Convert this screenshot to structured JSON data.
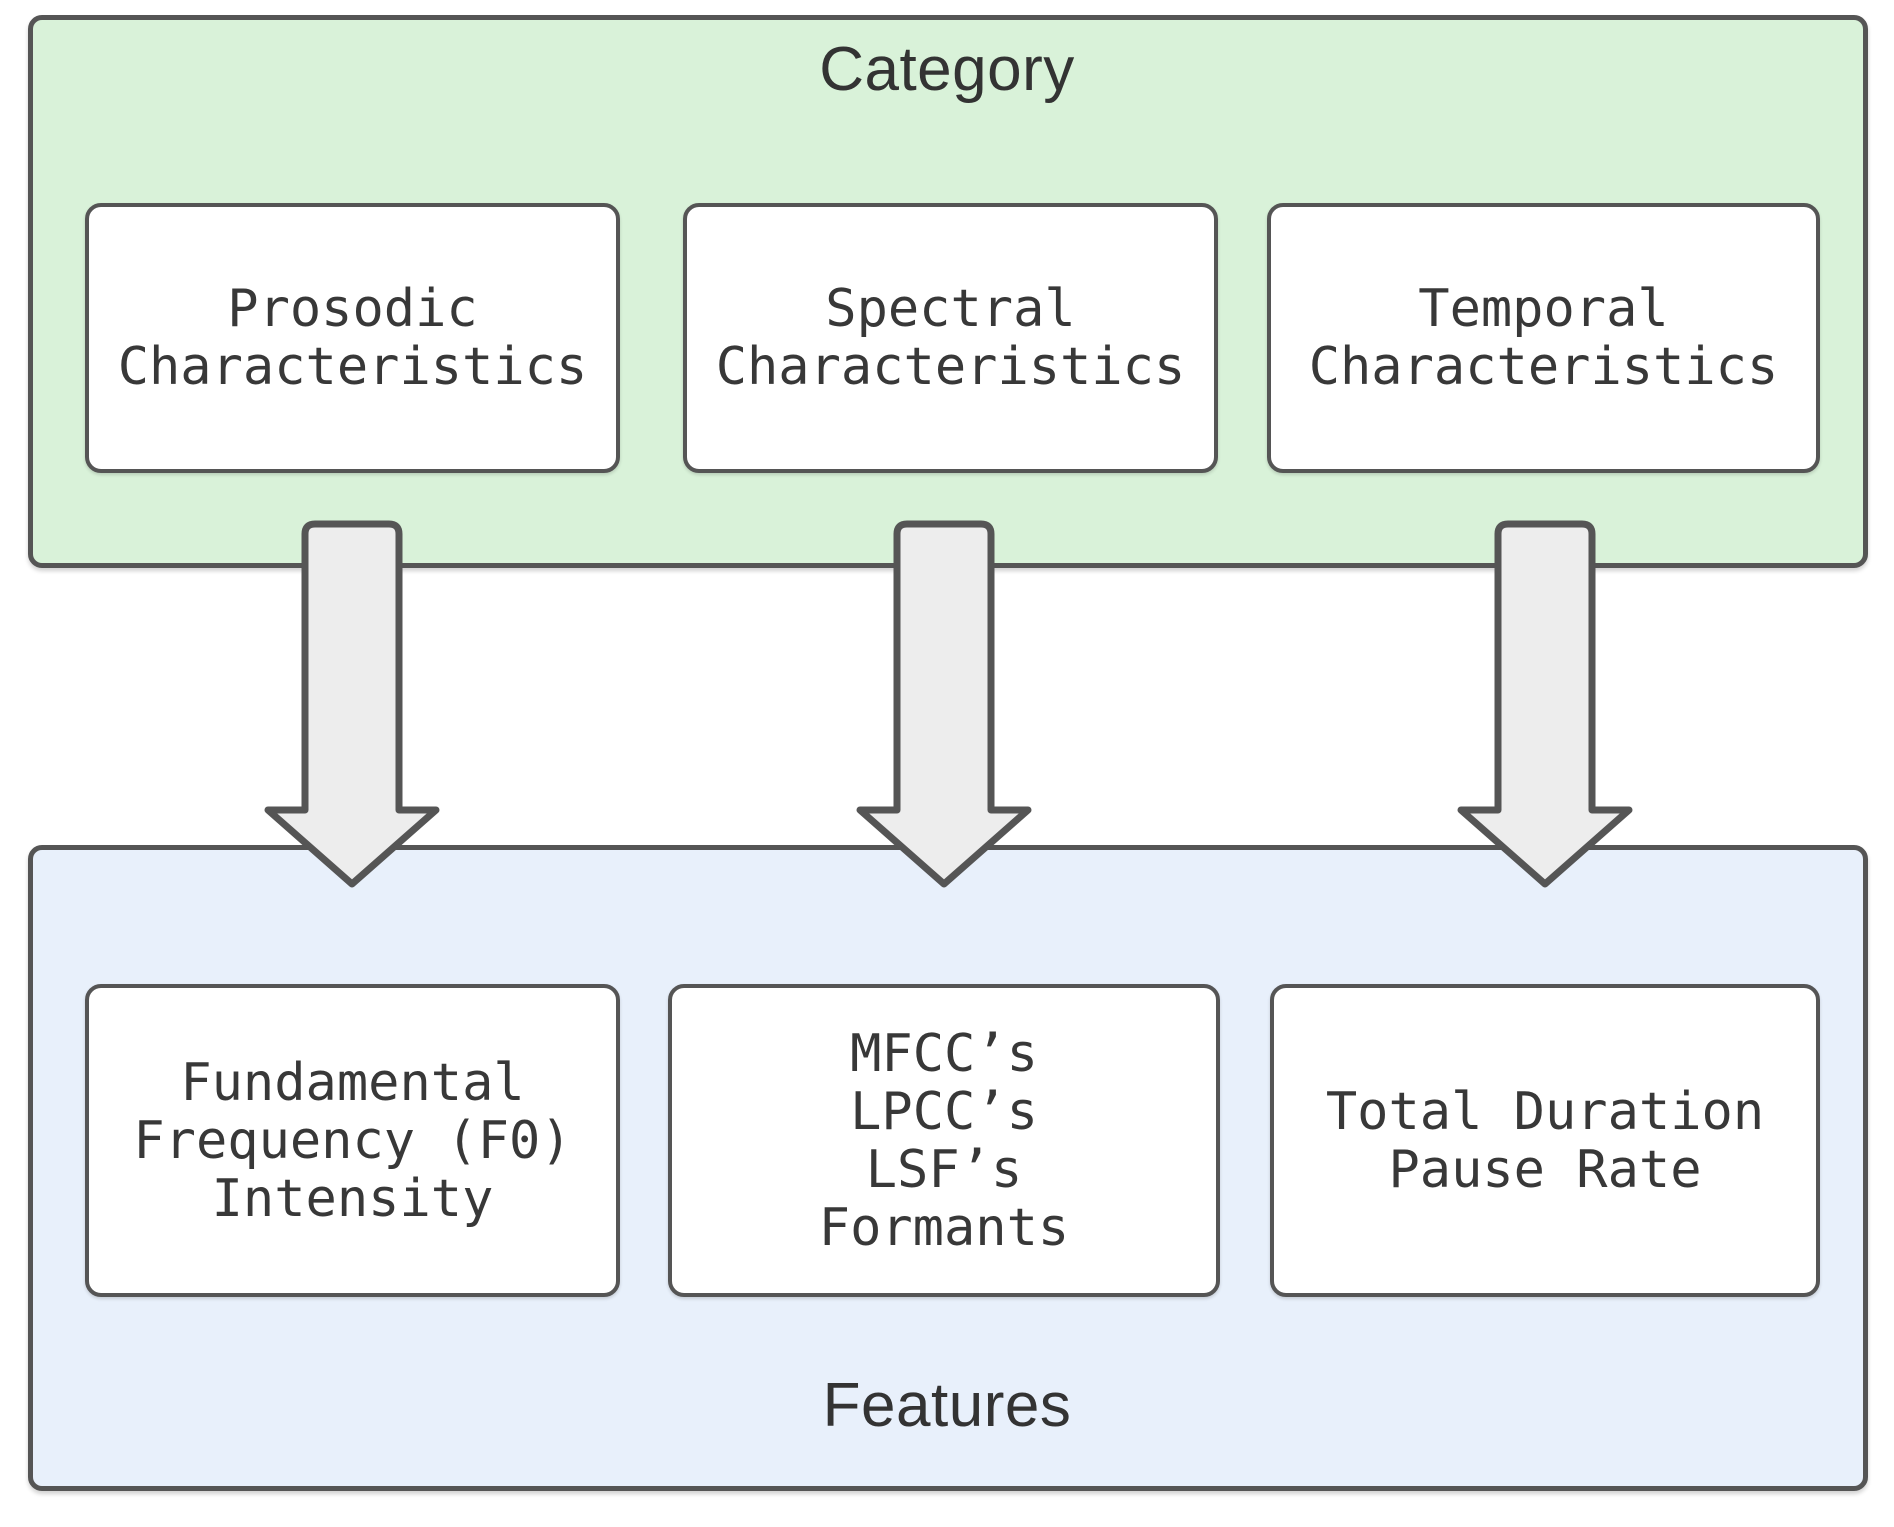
{
  "category_section": {
    "title": "Category",
    "background": "#d9f2d9",
    "boxes": [
      {
        "lines": [
          "Prosodic",
          "Characteristics"
        ]
      },
      {
        "lines": [
          "Spectral",
          "Characteristics"
        ]
      },
      {
        "lines": [
          "Temporal",
          "Characteristics"
        ]
      }
    ]
  },
  "features_section": {
    "title": "Features",
    "background": "#e8f0fb",
    "boxes": [
      {
        "lines": [
          "Fundamental",
          "Frequency (F0)",
          "Intensity"
        ]
      },
      {
        "lines": [
          "MFCC’s",
          "LPCC’s",
          "LSF’s",
          "Formants"
        ]
      },
      {
        "lines": [
          "Total Duration",
          "Pause Rate"
        ]
      }
    ]
  },
  "arrows": [
    {
      "from": "Prosodic Characteristics",
      "to": "Fundamental Frequency (F0) Intensity"
    },
    {
      "from": "Spectral Characteristics",
      "to": "MFCC’s LPCC’s LSF’s Formants"
    },
    {
      "from": "Temporal Characteristics",
      "to": "Total Duration Pause Rate"
    }
  ],
  "colors": {
    "category_bg": "#d9f2d9",
    "features_bg": "#e8f0fb",
    "node_bg": "#ffffff",
    "border": "#555555",
    "arrow_fill": "#ededed",
    "text": "#383838"
  }
}
